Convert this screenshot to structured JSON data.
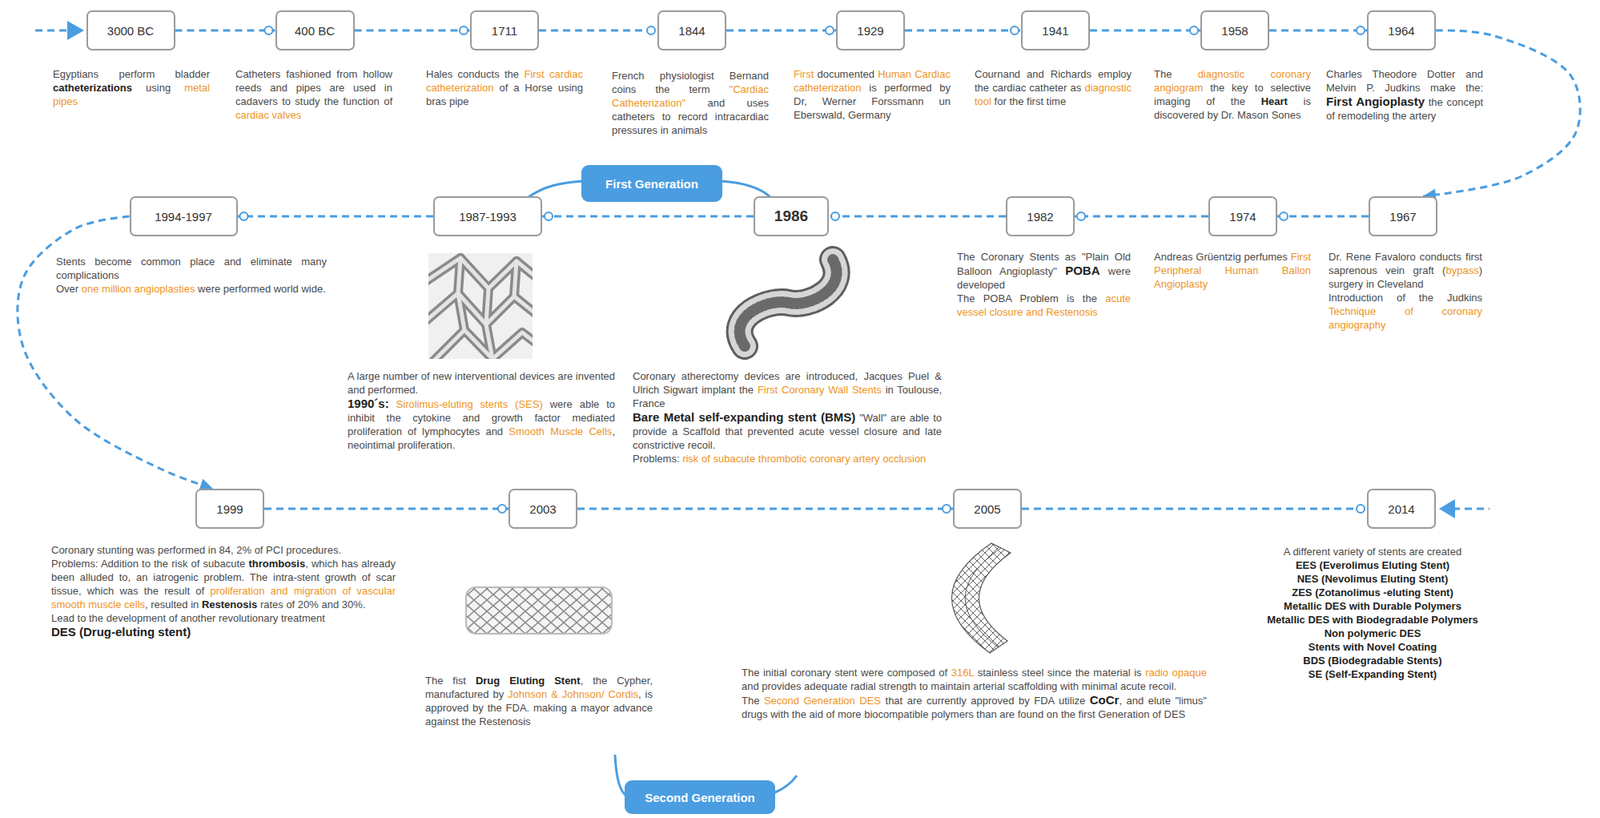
{
  "diagram": {
    "nodes": [
      {
        "text": [
          "3000 BC"
        ]
      },
      {
        "text": [
          "400 BC"
        ]
      },
      {
        "text": [
          "1711"
        ]
      },
      {
        "text": [
          "1844"
        ]
      },
      {
        "text": [
          "1929"
        ]
      },
      {
        "text": [
          "1941"
        ]
      },
      {
        "text": [
          "1958"
        ]
      },
      {
        "text": [
          "1964"
        ]
      },
      {
        "text": [
          "First Generation"
        ]
      },
      {
        "text": [
          "1994-1997"
        ]
      },
      {
        "text": [
          "1987-1993"
        ]
      },
      {
        "text": [
          "1986"
        ]
      },
      {
        "text": [
          "1982"
        ]
      },
      {
        "text": [
          "1974"
        ]
      },
      {
        "text": [
          "1967"
        ]
      },
      {
        "text": [
          "1999"
        ]
      },
      {
        "text": [
          "2003"
        ]
      },
      {
        "text": [
          "2005"
        ]
      },
      {
        "text": [
          "2014"
        ]
      },
      {
        "text": [
          "Second Generation"
        ]
      }
    ],
    "edges": [
      {
        "from": 0,
        "to": 1,
        "arrow": "to"
      },
      {
        "from": 1,
        "to": 2,
        "arrow": "to"
      },
      {
        "from": 2,
        "to": 3,
        "arrow": "to"
      },
      {
        "from": 3,
        "to": 4,
        "arrow": "to"
      },
      {
        "from": 4,
        "to": 5,
        "arrow": "to"
      },
      {
        "from": 5,
        "to": 6,
        "arrow": "to"
      },
      {
        "from": 6,
        "to": 7,
        "arrow": "to"
      },
      {
        "from": 7,
        "to": 14,
        "arrow": "to"
      },
      {
        "from": 14,
        "to": 13,
        "arrow": "to"
      },
      {
        "from": 13,
        "to": 12,
        "arrow": "to"
      },
      {
        "from": 12,
        "to": 11,
        "arrow": "to"
      },
      {
        "from": 11,
        "to": 10,
        "arrow": "to"
      },
      {
        "from": 10,
        "to": 9,
        "arrow": "to"
      },
      {
        "from": 9,
        "to": 15,
        "arrow": "to"
      },
      {
        "from": 15,
        "to": 16,
        "arrow": "to"
      },
      {
        "from": 16,
        "to": 17,
        "arrow": "to"
      },
      {
        "from": 17,
        "to": 18,
        "arrow": "to"
      }
    ],
    "labels": [
      "Egyptians perform bladder",
      "catheterizations",
      "using",
      "metal pipes",
      "Catheters fashioned from hollow reeds and pipes are used in cadavers to study the function of",
      "cardiac valves",
      "Hales conducts the",
      "First cardiac catheterization",
      "of a Horse using bras pipe",
      "French physiologist Bernand coins the term",
      "\"Cardiac Catheterization\"",
      "and uses catheters to record intracardiac pressures in animals",
      "First",
      "documented",
      "Human Cardiac catheterization",
      "is performed by Dr, Werner Forssmann un Eberswald, Germany",
      "Cournand and Richards employ the cardiac catheter as",
      "diagnostic tool",
      "for the first time",
      "The",
      "diagnostic coronary angiogram",
      "the key to selective imaging of the",
      "Heart",
      "is discovered by Dr. Mason Sones",
      "Charles Theodore Dotter and Melvin P. Judkins make the:",
      "First Angioplasty",
      "the concept of remodeling the artery",
      "Stents become common place and eliminate many complications",
      "Over",
      "one million angioplasties",
      "were performed world wide.",
      "A large number of new interventional devices are invented and performed.",
      "1990´s:",
      "Sirolimus-eluting stents (SES)",
      "were able to inhibit the cytokine and growth factor mediated proliferation of lymphocytes and",
      "Smooth Muscle Cells",
      ", neointimal proliferation.",
      "Coronary atherectomy devices are introduced, Jacques Puel & Ulrich Sigwart implant the",
      "First Coronary Wall Stents",
      "in Toulouse, France",
      "Bare Metal self-expanding stent (BMS)",
      "\"Wall\" are able to provide a Scaffold that prevented acute vessel closure and late constrictive recoil.",
      "Problems:",
      "risk of subacute thrombotic coronary artery occlusion",
      "The Coronary Stents as \"Plain Old Balloon Angioplasty\"",
      "POBA",
      "were developed",
      "The POBA Problem is the",
      "acute vessel closure and Restenosis",
      "Andreas Grüentzig perfumes",
      "First Peripheral Human Ballon Angioplasty",
      "Dr. Rene Favaloro conducts first saprenous vein graft (",
      "bypass",
      ") surgery in Cleveland",
      "Introduction of the Judkins",
      "Technique of coronary angiography",
      "Coronary stunting was performed in 84, 2% of PCI procedures.",
      "Problems: Addition to the risk of subacute",
      "thrombosis",
      ", which has already been alluded to, an iatrogenic problem. The intra-stent growth of scar tissue, which was the result of",
      "proliferation and migration of vascular smooth muscle cells",
      ", resulted in",
      "Restenosis",
      "rates of 20% and 30%.",
      "Lead to the development of another revolutionary treatment",
      "DES (Drug-eluting stent)",
      "The fist",
      "Drug Eluting Stent",
      ", the Cypher, manufactured by",
      "Johnson & Johnson/ Cordis",
      ", is approved by the FDA. making a mayor advance against the Restenosis",
      "The initial coronary stent were composed of",
      "316L",
      "stainless steel since the material is",
      "radio opaque",
      "and provides adequate radial strength to maintain arterial scaffolding with minimal acute recoil.",
      "The",
      "Second Generation DES",
      "that are currently approved by FDA utilize",
      "CoCr",
      ", and elute \"limus\" drugs with the aid of more biocompatible polymers than are found on the first Generation of DES",
      "A different variety of stents are created",
      "EES (Everolimus Eluting Stent)",
      "NES (Nevolimus Eluting Stent)",
      "ZES (Zotanolimus -eluting Stent)",
      "Metallic DES with Durable Polymers",
      "Metallic DES with Biodegradable Polymers",
      "Non polymeric DES",
      "Stents with Novel Coating",
      "BDS (Biodegradable Stents)",
      "SE (Self-Expanding Stent)"
    ]
  }
}
